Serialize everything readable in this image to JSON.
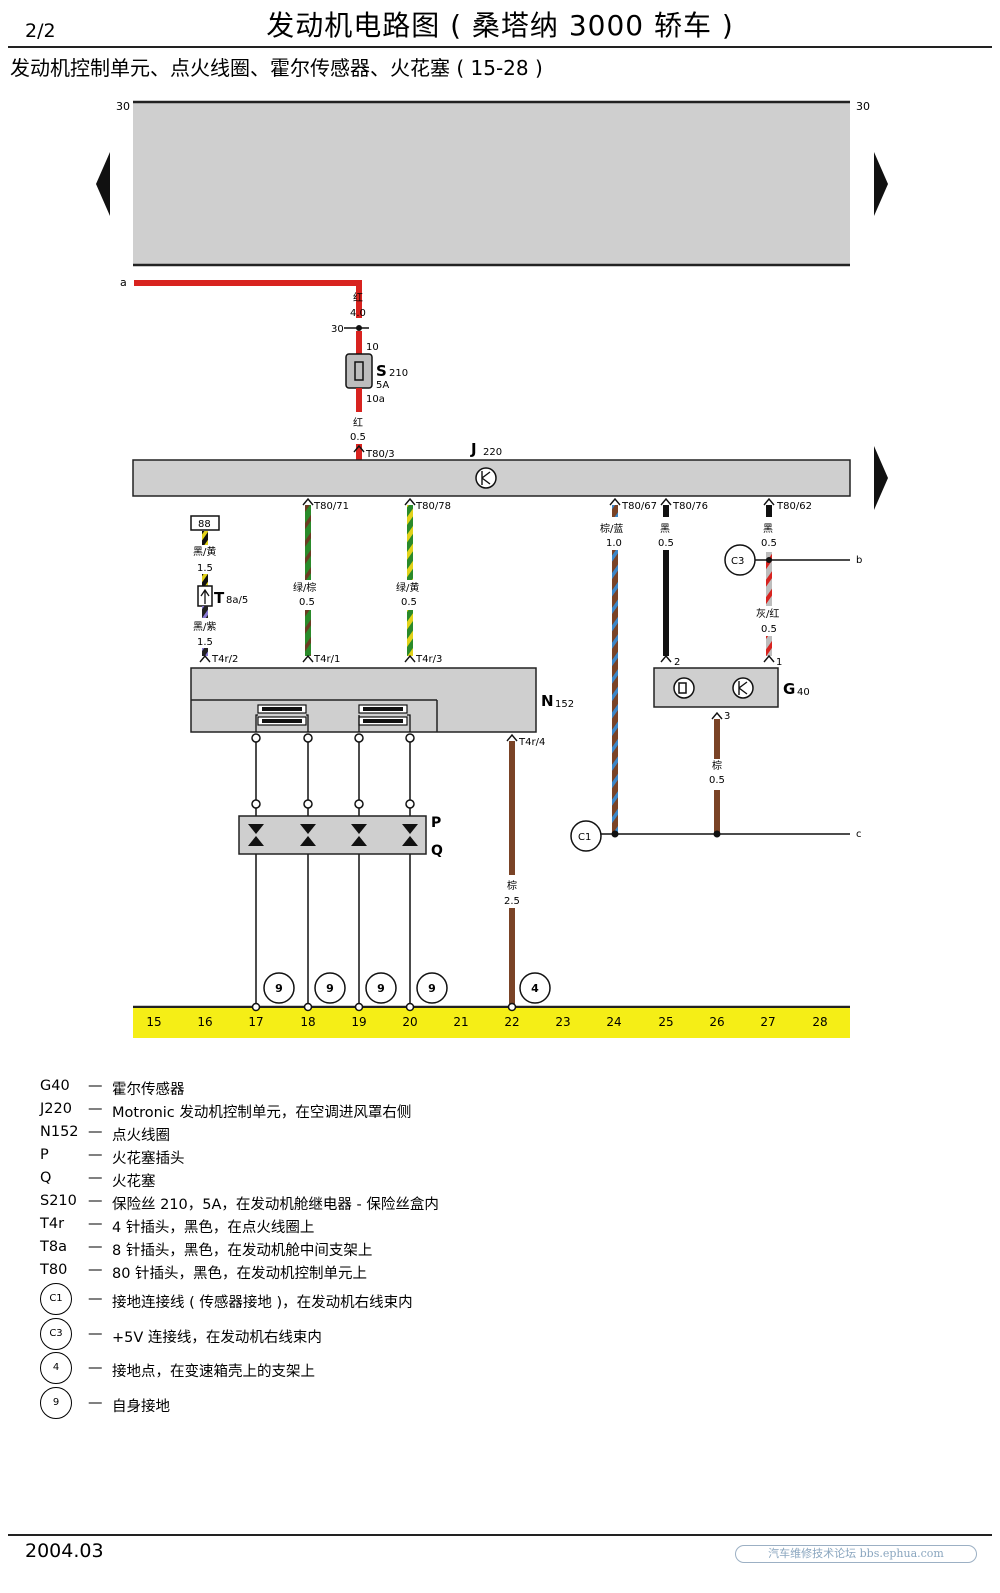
{
  "header": {
    "page": "2/2",
    "title": "发动机电路图 ( 桑塔纳 3000 轿车 )",
    "subtitle": "发动机控制单元、点火线圈、霍尔传感器、火花塞 ( 15-28 )"
  },
  "diagram": {
    "rail_left": "30",
    "rail_right": "30",
    "wire_a": "a",
    "wire_b": "b",
    "wire_c": "c",
    "fuse": {
      "wire_in_color": "红",
      "wire_in_size": "4.0",
      "pin_30": "30",
      "pin_top": "10",
      "id": "S",
      "id_sub": "210",
      "rating": "5A",
      "pin_bottom": "10a",
      "wire_out_color": "红",
      "wire_out_size": "0.5"
    },
    "ecu": {
      "id": "J",
      "id_sub": "220",
      "pin_supply": "T80/3"
    },
    "ecu_pins": {
      "p71": "T80/71",
      "p78": "T80/78",
      "p67": "T80/67",
      "p76": "T80/76",
      "p62": "T80/62"
    },
    "relay": {
      "code": "88",
      "wire1_color": "黑/黄",
      "wire1_size": "1.5",
      "connector": "T",
      "connector_sub": "8a/5",
      "wire2_color": "黑/紫",
      "wire2_size": "1.5"
    },
    "wires": {
      "w71_color": "绿/棕",
      "w71_size": "0.5",
      "w78_color": "绿/黄",
      "w78_size": "0.5",
      "w67_color": "棕/蓝",
      "w67_size": "1.0",
      "w76_color": "黑",
      "w76_size": "0.5",
      "w62_color": "黑",
      "w62_size": "0.5",
      "wg1_color": "灰/红",
      "wg1_size": "0.5",
      "wg3_color": "棕",
      "wg3_size": "0.5",
      "w4_color": "棕",
      "w4_size": "2.5"
    },
    "coil": {
      "id": "N",
      "id_sub": "152",
      "pin2": "T4r/2",
      "pin1": "T4r/1",
      "pin3": "T4r/3",
      "pin4": "T4r/4"
    },
    "hall": {
      "id": "G",
      "id_sub": "40",
      "pin1": "1",
      "pin2": "2",
      "pin3": "3"
    },
    "plug_label": "P",
    "spark_label": "Q",
    "c1": "C1",
    "c3": "C3",
    "grounds": [
      "9",
      "9",
      "9",
      "9",
      "4"
    ],
    "tracks": [
      "15",
      "16",
      "17",
      "18",
      "19",
      "20",
      "21",
      "22",
      "23",
      "24",
      "25",
      "26",
      "27",
      "28"
    ]
  },
  "legend": [
    {
      "code": "G40",
      "dash": "—",
      "text": "霍尔传感器"
    },
    {
      "code": "J220",
      "dash": "—",
      "text": "Motronic 发动机控制单元，在空调进风罩右侧"
    },
    {
      "code": "N152",
      "dash": "—",
      "text": "点火线圈"
    },
    {
      "code": "P",
      "dash": "—",
      "text": "火花塞插头"
    },
    {
      "code": "Q",
      "dash": "—",
      "text": "火花塞"
    },
    {
      "code": "S210",
      "dash": "—",
      "text": "保险丝 210，5A，在发动机舱继电器 - 保险丝盒内"
    },
    {
      "code": "T4r",
      "dash": "—",
      "text": "4 针插头，黑色，在点火线圈上"
    },
    {
      "code": "T8a",
      "dash": "—",
      "text": "8 针插头，黑色，在发动机舱中间支架上"
    },
    {
      "code": "T80",
      "dash": "—",
      "text": "80 针插头，黑色，在发动机控制单元上"
    }
  ],
  "legend_symbols": [
    {
      "code": "C1",
      "dash": "—",
      "text": "接地连接线 ( 传感器接地 )，在发动机右线束内"
    },
    {
      "code": "C3",
      "dash": "—",
      "text": "+5V 连接线，在发动机右线束内"
    },
    {
      "code": "4",
      "dash": "—",
      "text": "接地点，在变速箱壳上的支架上"
    },
    {
      "code": "9",
      "dash": "—",
      "text": "自身接地"
    }
  ],
  "footer": {
    "date": "2004.03",
    "watermark": "汽车维修技术论坛 bbs.ephua.com"
  },
  "colors": {
    "red": "#d8231f",
    "green": "#2a8a2a",
    "yellow": "#e2d21a",
    "brown": "#7a4326",
    "blue": "#3b86c8",
    "gray_box": "#cfcfcf",
    "track": "#f5ee16"
  }
}
